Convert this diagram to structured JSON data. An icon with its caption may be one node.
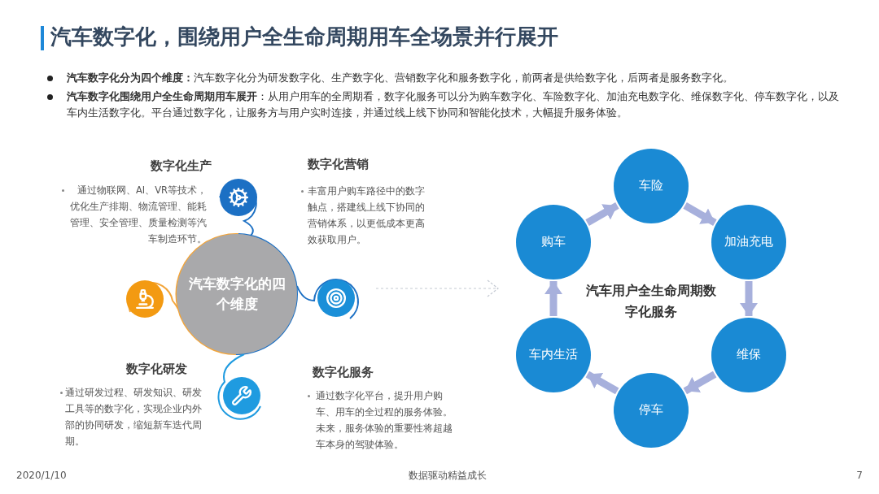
{
  "diagram": {
    "title": "汽车数字化，围绕用户全生命周期用车全场景并行展开",
    "nodes": [
      {
        "text": [
          "汽车数字化的四个维度"
        ]
      },
      {
        "text": [
          "购车"
        ]
      },
      {
        "text": [
          "车险"
        ]
      },
      {
        "text": [
          "加油充电"
        ]
      },
      {
        "text": [
          "维保"
        ]
      },
      {
        "text": [
          "停车"
        ]
      },
      {
        "text": [
          "车内生活"
        ]
      }
    ],
    "edges": [
      {
        "from": 1,
        "to": 2,
        "arrow": "to"
      },
      {
        "from": 2,
        "to": 3,
        "arrow": "to"
      },
      {
        "from": 3,
        "to": 4,
        "arrow": "to"
      },
      {
        "from": 4,
        "to": 5,
        "arrow": "to"
      },
      {
        "from": 5,
        "to": 6,
        "arrow": "to"
      },
      {
        "from": 6,
        "to": 1,
        "arrow": "to"
      }
    ],
    "labels": [
      "**汽车数字化分为四个维度：**汽车数字化分为研发数字化、生产数字化、营销数字化和服务数字化，前两者是供给数字化，后两者是服务数字化。",
      "**汽车数字化围绕用户全生命周期用车展开**：从用户用车的全周期看，数字化服务可以分为购车数字化、车险数字化、加油充电数字化、维保数字化、停车数字化，以及车内生活数字化。平台通过数字化，让服务方与用户实时连接，并通过线上线下协同和智能化技术，大幅提升服务体验。",
      "数字化生产",
      "通过物联网、AI、VR等技术，优化生产排期、物流管理、能耗管理、安全管理、质量检测等汽车制造环节。",
      "数字化营销",
      "丰富用户购车路径中的数字触点，搭建线上线下协同的营销体系，以更低成本更高效获取用户。",
      "数字化研发",
      "通过研发过程、研发知识、研发工具等的数字化，实现企业内外部的协同研发，缩短新车迭代周期。",
      "数字化服务",
      "通过数字化平台，提升用户购车、用车的全过程的服务体验。未来，服务体验的重要性将超越车本身的驾驶体验。",
      "汽车用户全生命周期数字化服务",
      "2020/1/10",
      "数据驱动精益成长",
      "7"
    ]
  }
}
